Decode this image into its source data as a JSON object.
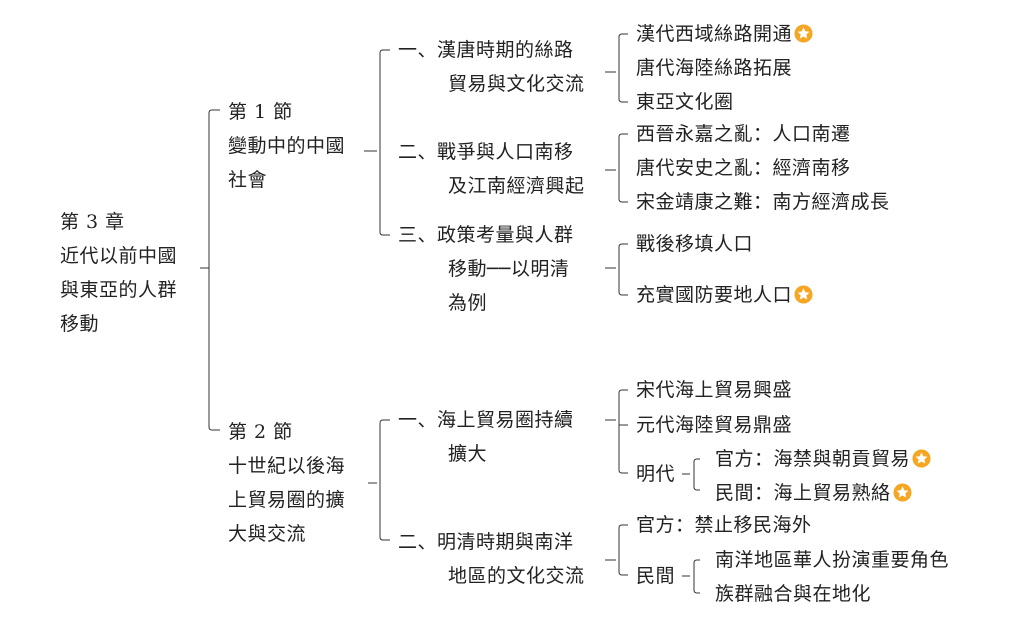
{
  "chapter": {
    "lines": [
      "第 3 章",
      "近代以前中國",
      "與東亞的人群",
      "移動"
    ]
  },
  "section1": {
    "lines": [
      "第 1 節",
      "變動中的中國",
      "社會"
    ],
    "topic1": {
      "lines": [
        "一、漢唐時期的絲路",
        "貿易與文化交流"
      ],
      "items": [
        {
          "text": "漢代西域絲路開通",
          "star": true
        },
        {
          "text": "唐代海陸絲路拓展",
          "star": false
        },
        {
          "text": "東亞文化圈",
          "star": false
        }
      ]
    },
    "topic2": {
      "lines": [
        "二、戰爭與人口南移",
        "及江南經濟興起"
      ],
      "items": [
        {
          "text": "西晉永嘉之亂：人口南遷",
          "star": false
        },
        {
          "text": "唐代安史之亂：經濟南移",
          "star": false
        },
        {
          "text": "宋金靖康之難：南方經濟成長",
          "star": false
        }
      ]
    },
    "topic3": {
      "lines": [
        "三、政策考量與人群",
        "移動──以明清",
        "為例"
      ],
      "items": [
        {
          "text": "戰後移填人口",
          "star": false
        },
        {
          "text": "充實國防要地人口",
          "star": true
        }
      ]
    }
  },
  "section2": {
    "lines": [
      "第 2 節",
      "十世紀以後海",
      "上貿易圈的擴",
      "大與交流"
    ],
    "topic1": {
      "lines": [
        "一、海上貿易圈持續",
        "擴大"
      ],
      "items": [
        {
          "text": "宋代海上貿易興盛",
          "star": false
        },
        {
          "text": "元代海陸貿易鼎盛",
          "star": false
        }
      ],
      "ming": {
        "label": "明代",
        "items": [
          {
            "text": "官方：海禁與朝貢貿易",
            "star": true
          },
          {
            "text": "民間：海上貿易熟絡",
            "star": true
          }
        ]
      }
    },
    "topic2": {
      "lines": [
        "二、明清時期與南洋",
        "地區的文化交流"
      ],
      "official": {
        "text": "官方：禁止移民海外",
        "star": false
      },
      "minjian": {
        "label": "民間",
        "items": [
          {
            "text": "南洋地區華人扮演重要角色",
            "star": false
          },
          {
            "text": "族群融合與在地化",
            "star": false
          }
        ]
      }
    }
  }
}
